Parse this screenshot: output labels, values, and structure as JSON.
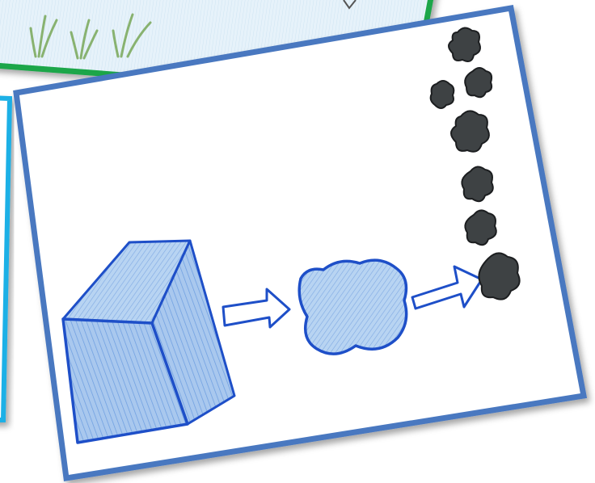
{
  "scene": {
    "colors": {
      "background": "#ffffff",
      "back_card_frame": "#1aa64a",
      "left_card_frame": "#1fb0e6",
      "front_card_frame": "#4a78c0",
      "card_paper": "#ffffff",
      "grass_sky": "#dbeef8",
      "grass": "#8fb878",
      "crayon_blue": "#1e4fc8",
      "crayon_blue_fill": "#8fb6e8",
      "smoke": "#3e4244"
    },
    "cards": [
      {
        "name": "back-card-grass-drawing",
        "frame_color": "green"
      },
      {
        "name": "left-card-partial-drawing",
        "frame_color": "light-blue"
      },
      {
        "name": "front-card-melting-drawing",
        "frame_color": "blue"
      }
    ],
    "drawing": {
      "items": [
        "ice-cube",
        "arrow",
        "water-puddle",
        "arrow",
        "vapor-puffs"
      ],
      "vapor_puff_count": 7
    }
  }
}
